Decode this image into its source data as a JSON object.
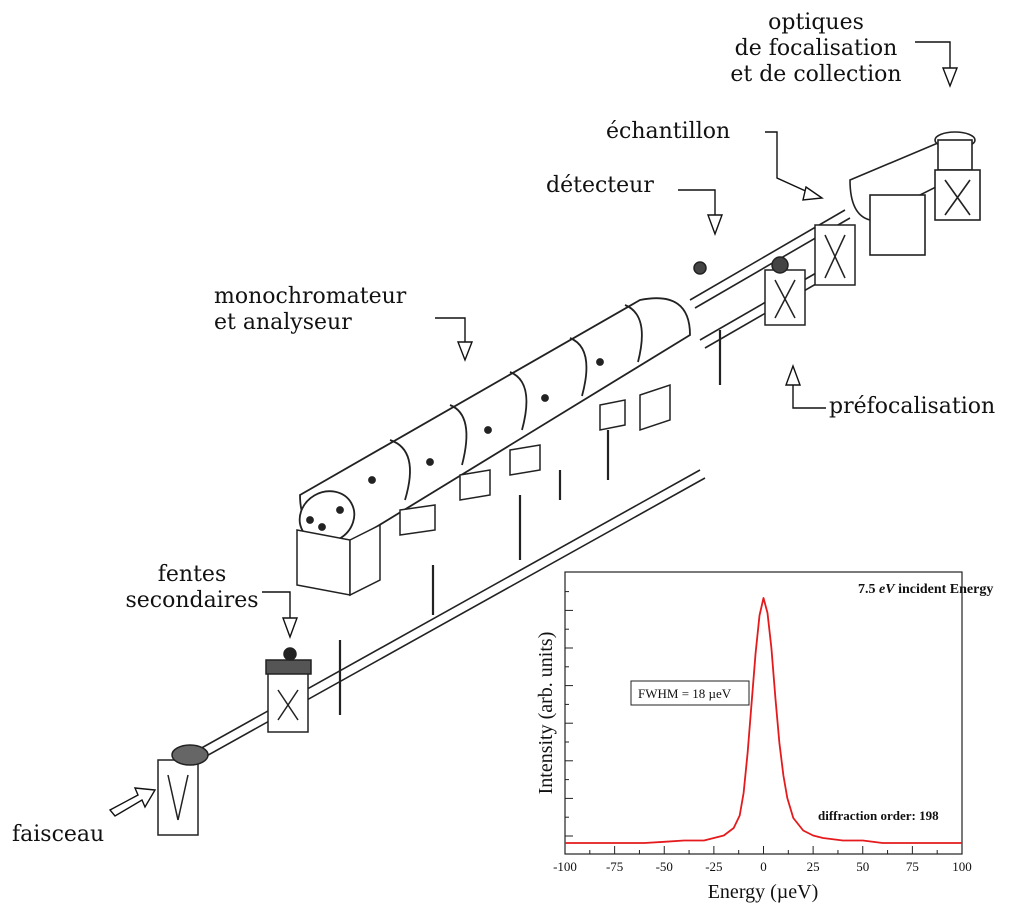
{
  "labels": {
    "optiques": [
      "optiques",
      "de focalisation",
      "et de collection"
    ],
    "echantillon": "échantillon",
    "detecteur": "détecteur",
    "monochromateur": [
      "monochromateur",
      "et analyseur"
    ],
    "prefocalisation": "préfocalisation",
    "fentes": [
      "fentes",
      "secondaires"
    ],
    "faisceau": "faisceau"
  },
  "inset": {
    "title_value": "7.5",
    "title_unit": "eV",
    "title_rest": "incident Energy",
    "fwhm_label": "FWHM = 18 µeV",
    "order_label": "diffraction order: 198"
  },
  "chart_data": {
    "type": "line",
    "xlabel": "Energy (µeV)",
    "ylabel": "Intensity (arb. units)",
    "xlim": [
      -100,
      100
    ],
    "x_ticks": [
      "-100",
      "-75",
      "-50",
      "-25",
      "0",
      "25",
      "50",
      "75",
      "100"
    ],
    "y_ticks_labeled": false,
    "series": [
      {
        "color": "#e41a1c",
        "x": [
          -100,
          -90,
          -80,
          -70,
          -60,
          -50,
          -40,
          -30,
          -25,
          -20,
          -15,
          -12,
          -10,
          -8,
          -6,
          -4,
          -2,
          0,
          2,
          4,
          6,
          8,
          10,
          12,
          15,
          20,
          25,
          30,
          40,
          50,
          60,
          70,
          80,
          90,
          100
        ],
        "y": [
          0.02,
          0.02,
          0.02,
          0.02,
          0.02,
          0.025,
          0.03,
          0.03,
          0.04,
          0.05,
          0.08,
          0.13,
          0.22,
          0.38,
          0.58,
          0.78,
          0.93,
          1.0,
          0.94,
          0.8,
          0.6,
          0.42,
          0.29,
          0.2,
          0.12,
          0.07,
          0.05,
          0.04,
          0.03,
          0.03,
          0.02,
          0.02,
          0.02,
          0.02,
          0.02
        ]
      }
    ]
  }
}
